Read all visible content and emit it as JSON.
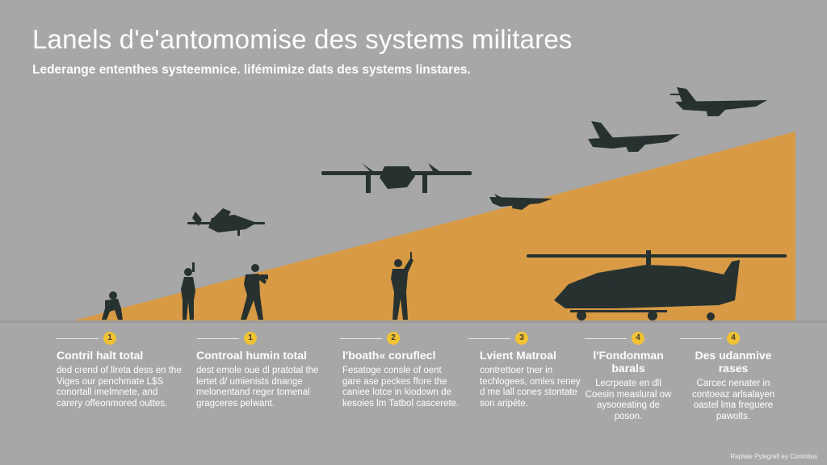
{
  "header": {
    "title": "Lanels d'e'antomomise des systems militares",
    "subtitle": "Lederange ententhes systeemnice. lifémimize dats des systems linstares."
  },
  "colors": {
    "background": "#a7a7a7",
    "ramp": "#d89a44",
    "silhouette": "#263130",
    "badge": "#f1c232",
    "text": "#ffffff"
  },
  "levels": [
    {
      "badge": "1",
      "heading": "Contril halt total",
      "description": "ded crend of llreta dess en the Viges our penchmate L$S conortall imelmnete, and carery offeonmored outtes."
    },
    {
      "badge": "1",
      "heading": "Controal humin total",
      "description": "dest emole oue dl pratotal the lertet d/ umienists dnange melonentand reger tomenal gragceres pelwant."
    },
    {
      "badge": "2",
      "heading": "l'boath« coruflecl",
      "description": "Fesatoge consle of oent gare ase peckes ffore the caniee lotce in kiodown de kesoies lm Tatbol cascerete."
    },
    {
      "badge": "3",
      "heading": "Lvient Matroal",
      "description": "contrettoer tner in techlogees, omles reney d me lall cones stontate son aripéte."
    },
    {
      "badge": "4",
      "heading": "l'Fondonman barals",
      "description": "Lecrpeate en dll Coesin measlural ow aysooeating de poson."
    },
    {
      "badge": "4",
      "heading": "Des udanmive rases",
      "description": "Carcec nenater in contoeaz arlsalayen oastel lma freguere pawolts."
    }
  ],
  "silhouettes": [
    {
      "kind": "crouching-soldier-icon"
    },
    {
      "kind": "standing-soldier-icon"
    },
    {
      "kind": "soldier-with-drone-controller-icon"
    },
    {
      "kind": "soldier-pointing-icon"
    },
    {
      "kind": "small-drone-icon"
    },
    {
      "kind": "large-drone-icon"
    },
    {
      "kind": "small-fighter-jet-icon"
    },
    {
      "kind": "fighter-jet-icon"
    },
    {
      "kind": "stealth-jet-icon"
    },
    {
      "kind": "attack-helicopter-icon"
    }
  ],
  "footer": {
    "credit": "Replate Pylegrafl ey Contotias"
  }
}
